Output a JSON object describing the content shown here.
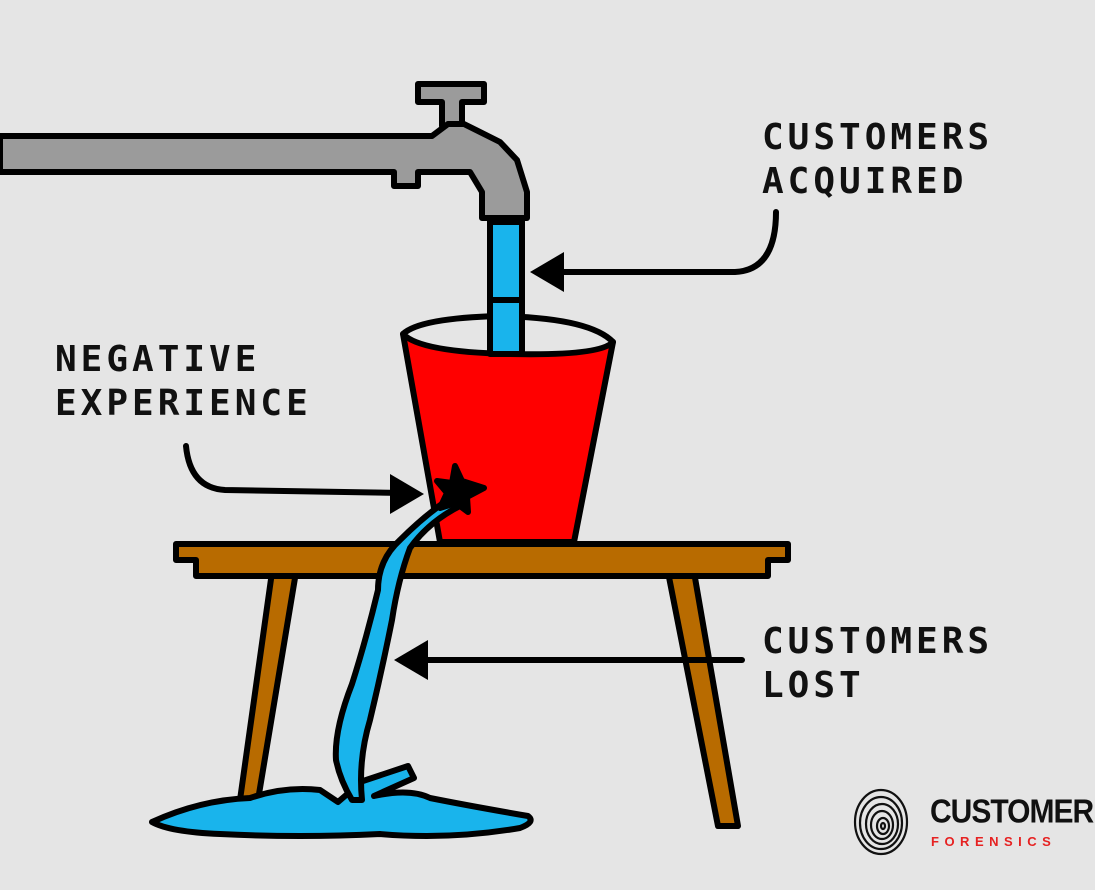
{
  "labels": {
    "customers_acquired": [
      "CUSTOMERS",
      "ACQUIRED"
    ],
    "negative_experience": [
      "NEGATIVE",
      "EXPERIENCE"
    ],
    "customers_lost": [
      "CUSTOMERS",
      "LOST"
    ]
  },
  "logo": {
    "name": "CUSTOMER",
    "tagline": "FORENSICS",
    "icon": "fingerprint-icon",
    "tagline_color": "#e62222"
  },
  "colors": {
    "background": "#e5e5e5",
    "faucet": "#9b9b9b",
    "water": "#19b4ec",
    "bucket": "#ff0000",
    "table": "#b86b00",
    "outline": "#000000"
  }
}
